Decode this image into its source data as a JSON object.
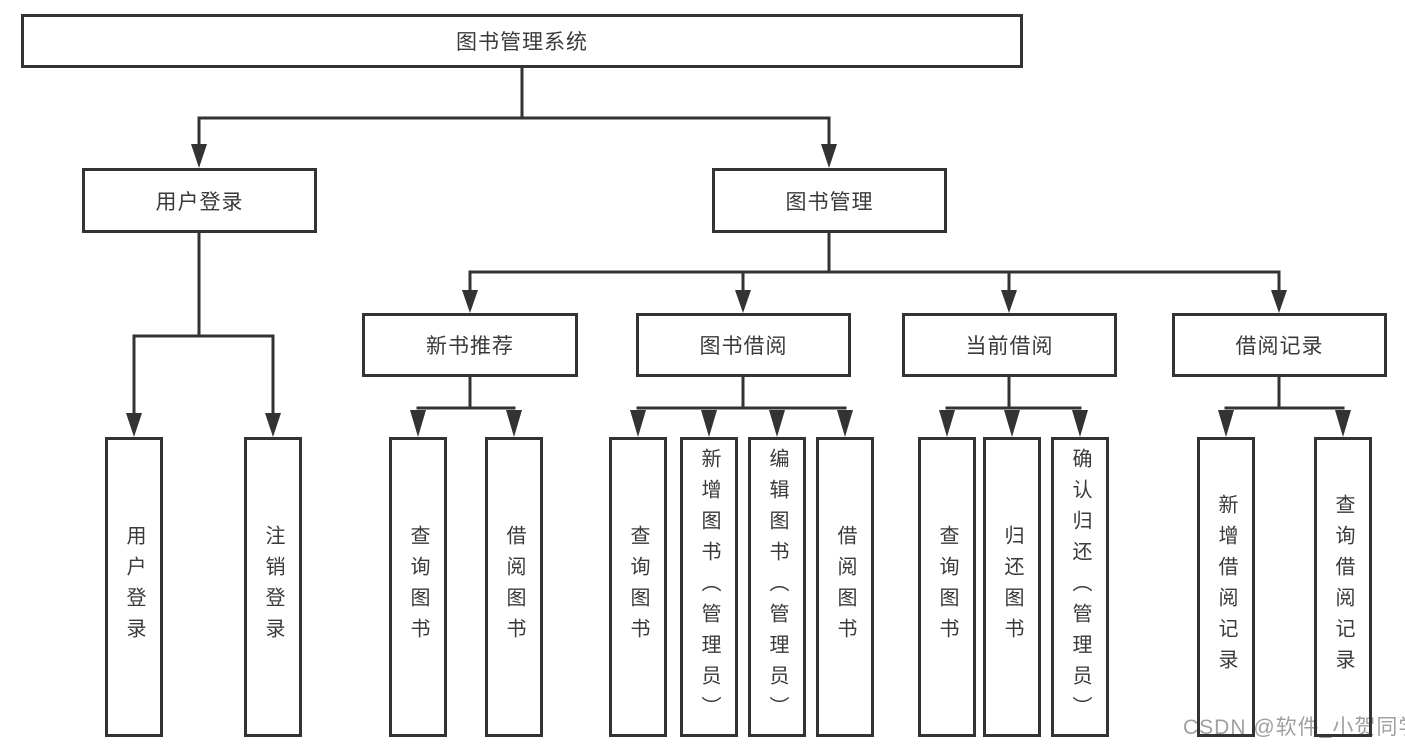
{
  "diagram": {
    "root": "图书管理系统",
    "children": [
      {
        "label": "用户登录",
        "children": [
          "用户登录",
          "注销登录"
        ]
      },
      {
        "label": "图书管理",
        "children": [
          {
            "label": "新书推荐",
            "children": [
              "查询图书",
              "借阅图书"
            ]
          },
          {
            "label": "图书借阅",
            "children": [
              "查询图书",
              "新增图书（管理员）",
              "编辑图书（管理员）",
              "借阅图书"
            ]
          },
          {
            "label": "当前借阅",
            "children": [
              "查询图书",
              "归还图书",
              "确认归还（管理员）"
            ]
          },
          {
            "label": "借阅记录",
            "children": [
              "新增借阅记录",
              "查询借阅记录"
            ]
          }
        ]
      }
    ]
  },
  "colors": {
    "line": "#333333",
    "text": "#3a3a3a",
    "watermark": "#a0a0a0"
  },
  "watermark": "CSDN @软件_小贺同学"
}
